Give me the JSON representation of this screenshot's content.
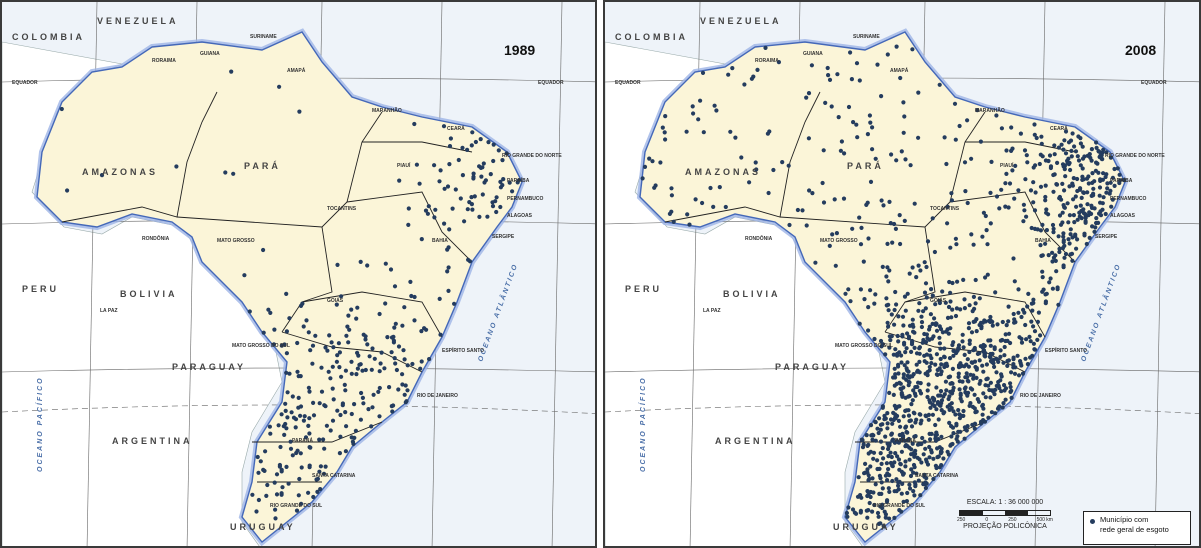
{
  "colors": {
    "land": "#fbf5d8",
    "foreign_land": "#ffffff",
    "ocean": "#eef3f9",
    "coast": "#4468b8",
    "dot": "#243c5e",
    "border": "#222222"
  },
  "panels": [
    {
      "id": "left",
      "year": "1989",
      "dot_density": 0.55
    },
    {
      "id": "right",
      "year": "2008",
      "dot_density": 1.0
    }
  ],
  "labels": {
    "venezuela": "VENEZUELA",
    "colombia": "COLOMBIA",
    "peru": "PERU",
    "bolivia": "BOLIVIA",
    "paraguay": "PARAGUAY",
    "argentina": "ARGENTINA",
    "uruguay": "URUGUAY",
    "amazonas": "AMAZONAS",
    "para": "PARÁ",
    "oceano_atlantico": "OCEANO ATLÂNTICO",
    "oceano_pacifico": "OCEANO PACÍFICO",
    "equador": "EQUADOR",
    "mato_grosso": "MATO GROSSO",
    "mato_grosso_do_sul": "MATO GROSSO DO SUL",
    "espirito_santo": "ESPÍRITO SANTO",
    "rio_de_janeiro": "RIO DE JANEIRO",
    "rio_grande_do_sul": "RIO GRANDE DO SUL",
    "rio_grande_do_norte": "RIO GRANDE DO NORTE",
    "parana": "PARANÁ",
    "santa_catarina": "SANTA CATARINA",
    "sergipe": "SERGIPE",
    "alagoas": "ALAGOAS",
    "pernambuco": "PERNAMBUCO",
    "paraiba": "PARAÍBA",
    "bahia": "BAHIA",
    "goias": "GOIÁS",
    "rondonia": "RONDÔNIA",
    "tocantins": "TOCANTINS",
    "maranhao": "MARANHÃO",
    "ceara": "CEARÁ",
    "piaui": "PIAUÍ",
    "amapa": "AMAPÁ",
    "roraima": "RORAIMA",
    "guiana": "GUIANA",
    "suriname": "SURINAME",
    "la_paz": "LA PAZ"
  },
  "scale": {
    "title": "ESCALA: 1 : 36 000 000",
    "ticks": [
      "250",
      "0",
      "250",
      "500 km"
    ],
    "projection": "PROJEÇÃO POLICÔNICA"
  },
  "legend": {
    "label_line1": "Município com",
    "label_line2": "rede geral de esgoto"
  }
}
